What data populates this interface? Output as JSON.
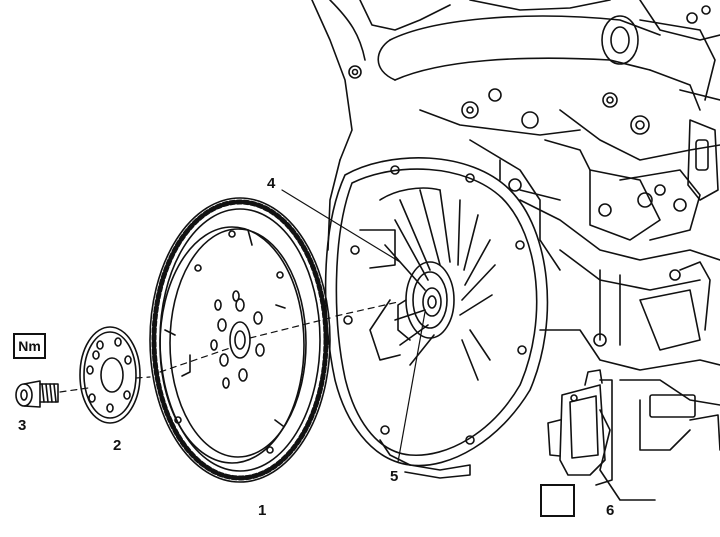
{
  "diagram": {
    "callouts": [
      {
        "id": "1",
        "label": "1"
      },
      {
        "id": "2",
        "label": "2"
      },
      {
        "id": "3",
        "label": "3"
      },
      {
        "id": "4",
        "label": "4"
      },
      {
        "id": "5",
        "label": "5"
      },
      {
        "id": "6",
        "label": "6"
      }
    ],
    "torque_symbol": "Nm",
    "tool_symbol_icon": "special-tool-icon",
    "colors": {
      "line": "#111111",
      "background": "#ffffff"
    }
  }
}
